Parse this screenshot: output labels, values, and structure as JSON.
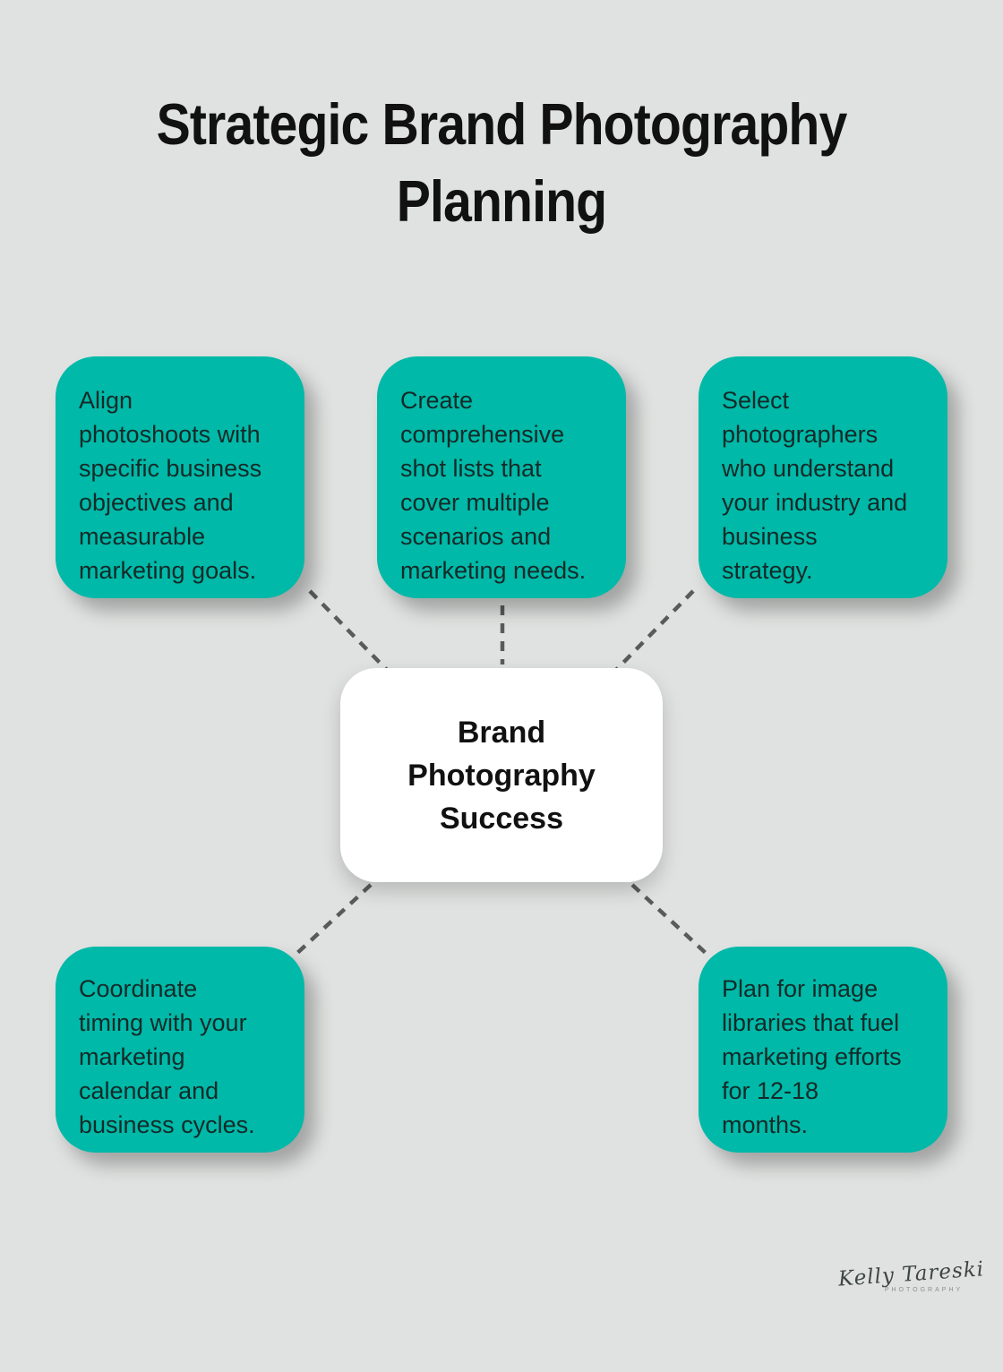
{
  "title": "Strategic Brand Photography\nPlanning",
  "center_node": {
    "label": "Brand\nPhotography\nSuccess"
  },
  "branch_nodes": [
    {
      "text": "Align photoshoots with specific business objectives and measurable marketing goals."
    },
    {
      "text": "Create comprehensive shot lists that cover multiple scenarios and marketing needs."
    },
    {
      "text": "Select photographers who understand your industry and business strategy."
    },
    {
      "text": "Coordinate timing with your marketing calendar and business cycles."
    },
    {
      "text": "Plan for image libraries that fuel marketing efforts for 12-18 months."
    }
  ],
  "signature": {
    "name": "Kelly Tareski",
    "subtitle": "PHOTOGRAPHY"
  },
  "colors": {
    "background": "#e0e2e1",
    "node_fill": "#00b9a8",
    "node_text": "#142a28",
    "center_fill": "#ffffff",
    "center_text": "#111111",
    "connector": "#5a5a5a",
    "title_text": "#111111",
    "signature_text": "#3e4644",
    "signature_sub_text": "#8a8f8e"
  }
}
